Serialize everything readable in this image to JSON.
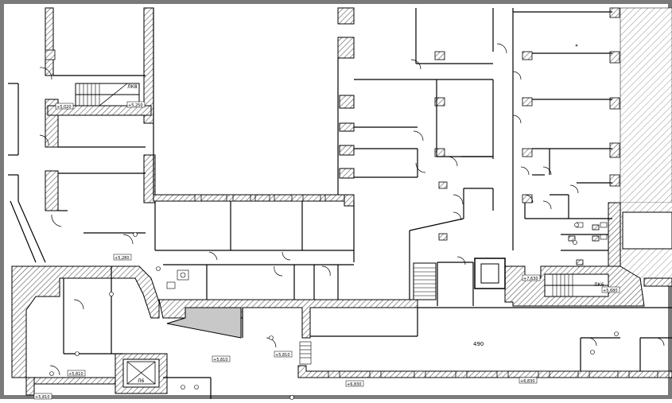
{
  "colors": {
    "frame": "#7a7a7a",
    "wall_fill": "#9a9a9a",
    "wall_stroke": "#000000",
    "hatch": "#555555",
    "highlight_room": "#c8c8c8",
    "elevator_fill": "#d0d0d0"
  },
  "room_labels": {
    "main_corridor": "490"
  },
  "stair_labels": {
    "lk8": "ЛК8",
    "lk6": "ЛК6",
    "l6": "Л6"
  },
  "elevations": {
    "e1": "+5,020",
    "e2": "+5,250",
    "e3": "+5,280",
    "e4": "+5,810",
    "e5": "+5,810",
    "e6": "+5,810",
    "e7": "+7,630",
    "e8": "+5,680",
    "e9": "+6,830",
    "e10": "+6,830",
    "e11": "+5,810"
  }
}
